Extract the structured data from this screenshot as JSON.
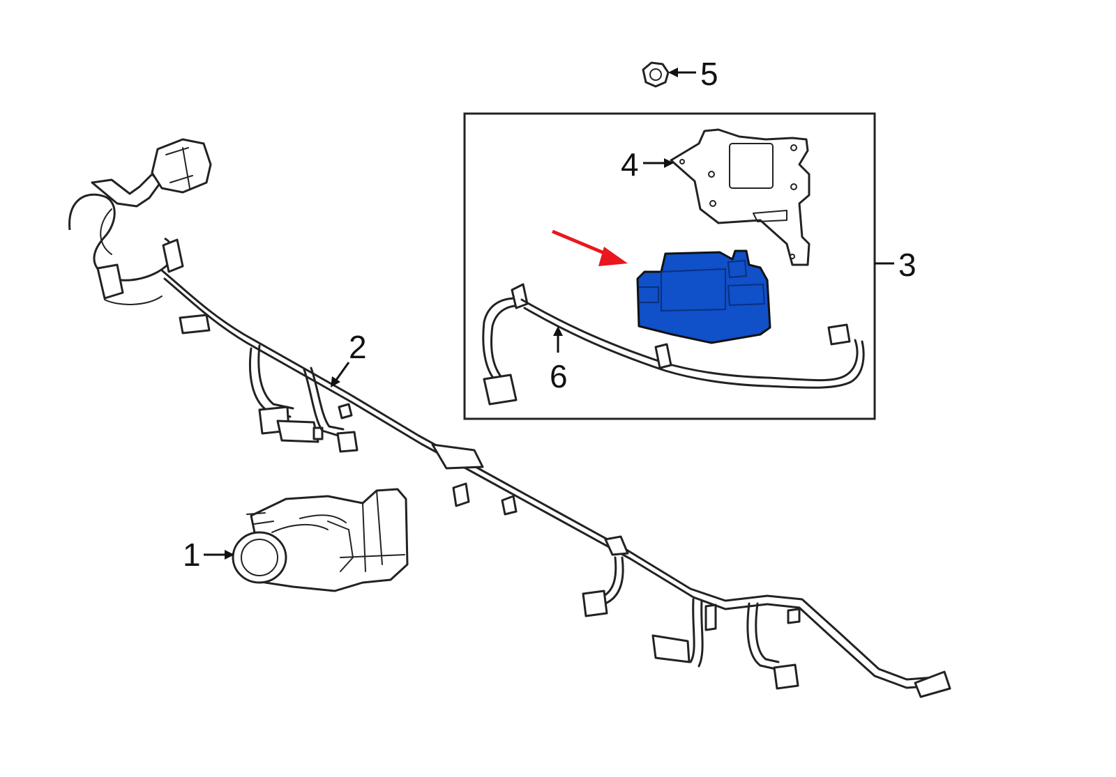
{
  "colors": {
    "highlight": "#1050C8",
    "pointer": "#E8181E",
    "line": "#222222",
    "background": "#FFFFFF"
  },
  "callouts": {
    "c1": "1",
    "c2": "2",
    "c3": "3",
    "c4": "4",
    "c5": "5",
    "c6": "6"
  }
}
